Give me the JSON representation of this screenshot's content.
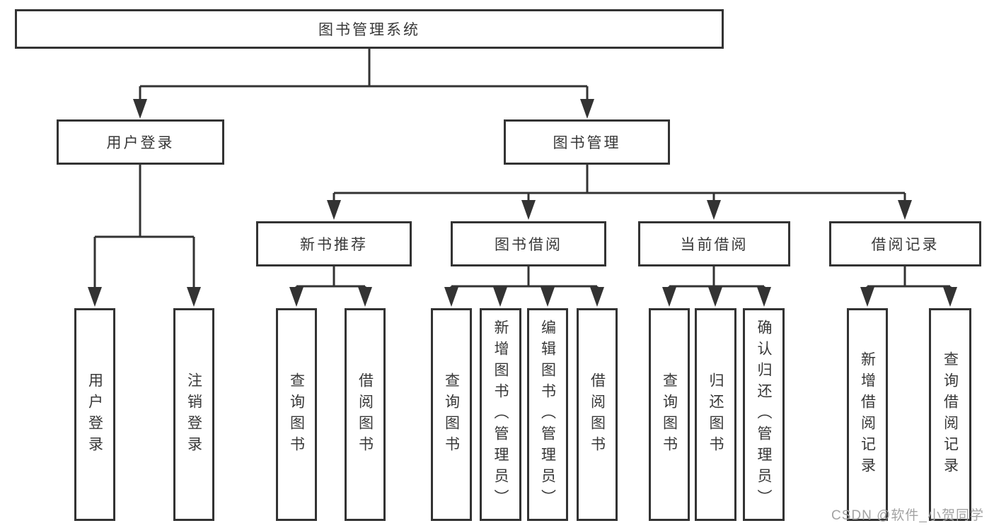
{
  "diagram": {
    "root": "图书管理系统",
    "level2": {
      "login": "用户登录",
      "management": "图书管理"
    },
    "level3": {
      "new_books": "新书推荐",
      "borrowing": "图书借阅",
      "current": "当前借阅",
      "records": "借阅记录"
    },
    "leaves": {
      "login": [
        "用户登录",
        "注销登录"
      ],
      "new_books": [
        "查询图书",
        "借阅图书"
      ],
      "borrowing": [
        "查询图书",
        "新增图书（管理员）",
        "编辑图书（管理员）",
        "借阅图书"
      ],
      "current": [
        "查询图书",
        "归还图书",
        "确认归还（管理员）"
      ],
      "records": [
        "新增借阅记录",
        "查询借阅记录"
      ]
    }
  },
  "colors": {
    "line": "#333333",
    "box_background": "#ffffff",
    "text": "#383838",
    "watermark": "#a3a3a3"
  },
  "watermark": "CSDN @软件_小贺同学"
}
